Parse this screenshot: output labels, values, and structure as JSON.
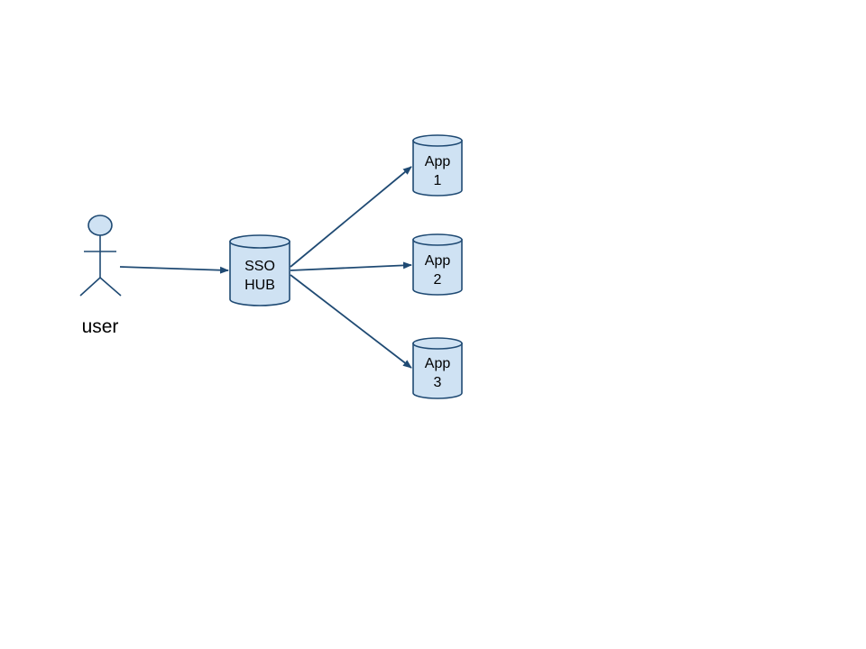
{
  "colors": {
    "stroke": "#1f4a73",
    "fill": "#cfe2f3",
    "text": "#000000",
    "background": "#ffffff"
  },
  "actor": {
    "label": "user",
    "icon": "stick-figure-icon"
  },
  "hub": {
    "line1": "SSO",
    "line2": "HUB",
    "shape": "cylinder"
  },
  "apps": [
    {
      "line1": "App",
      "line2": "1",
      "shape": "cylinder"
    },
    {
      "line1": "App",
      "line2": "2",
      "shape": "cylinder"
    },
    {
      "line1": "App",
      "line2": "3",
      "shape": "cylinder"
    }
  ],
  "edges": [
    {
      "from": "user",
      "to": "SSO HUB"
    },
    {
      "from": "SSO HUB",
      "to": "App 1"
    },
    {
      "from": "SSO HUB",
      "to": "App 2"
    },
    {
      "from": "SSO HUB",
      "to": "App 3"
    }
  ]
}
